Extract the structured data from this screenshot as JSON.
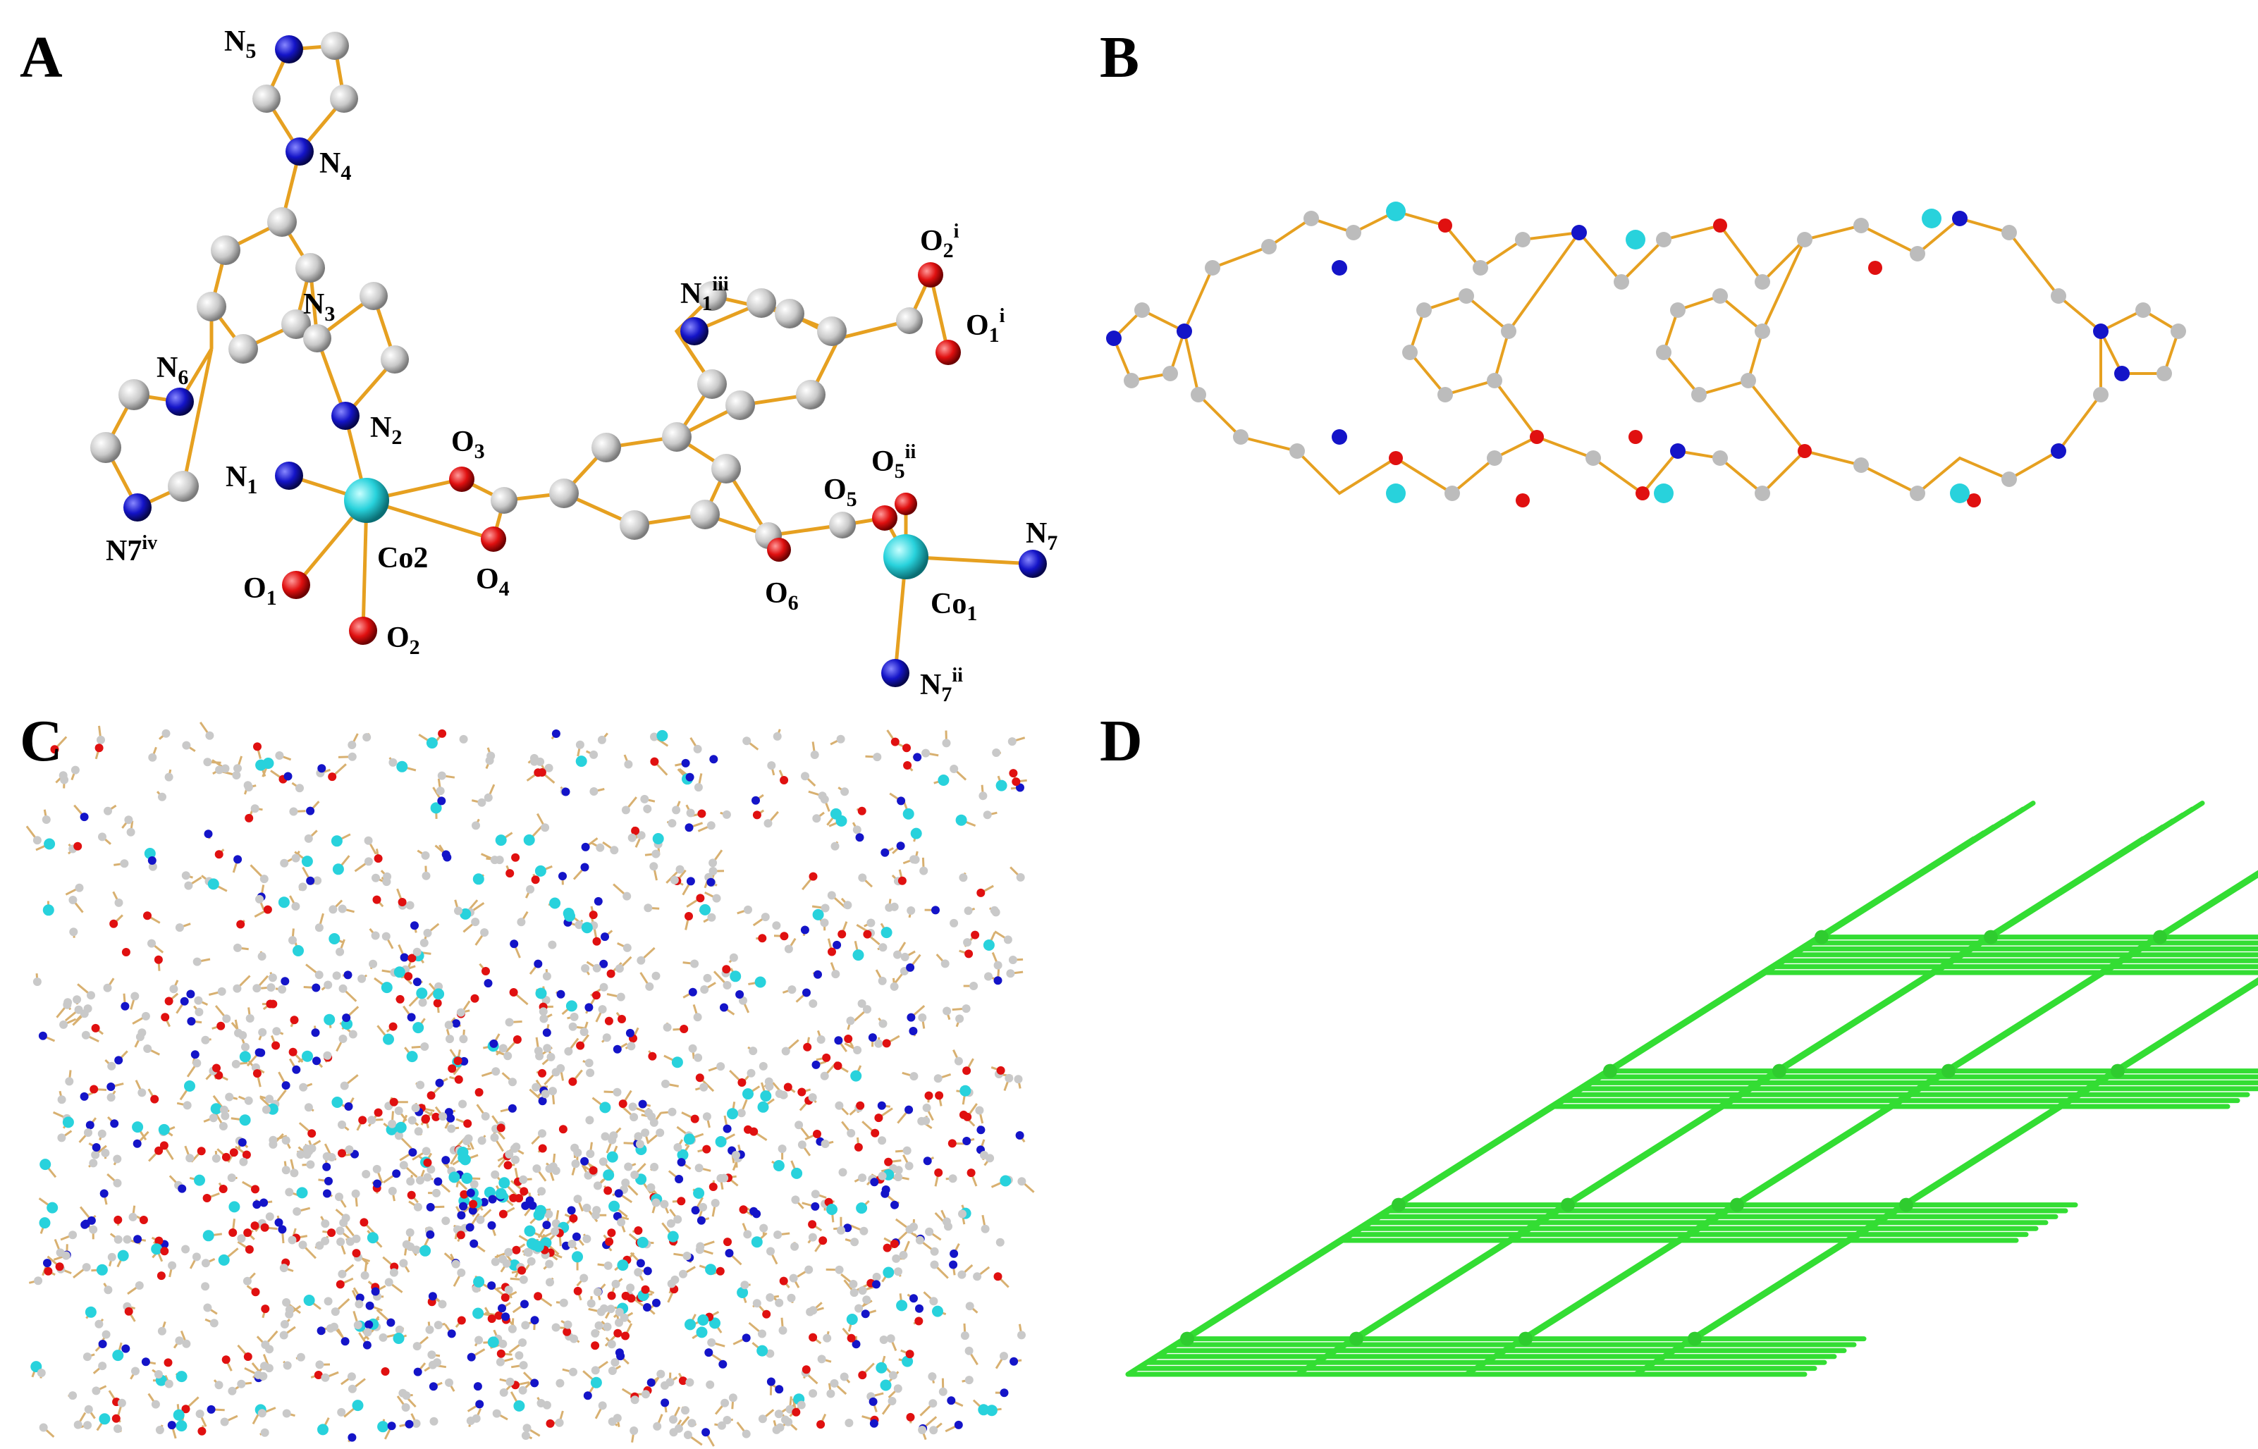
{
  "panels": [
    {
      "letter": "A"
    },
    {
      "letter": "B"
    },
    {
      "letter": "C"
    },
    {
      "letter": "D"
    }
  ],
  "atom_labels": [
    {
      "id": "n5",
      "base": "N",
      "sub": "5",
      "sup": ""
    },
    {
      "id": "n4",
      "base": "N",
      "sub": "4",
      "sup": ""
    },
    {
      "id": "n3",
      "base": "N",
      "sub": "3",
      "sup": ""
    },
    {
      "id": "n6",
      "base": "N",
      "sub": "6",
      "sup": ""
    },
    {
      "id": "n2",
      "base": "N",
      "sub": "2",
      "sup": ""
    },
    {
      "id": "n1",
      "base": "N",
      "sub": "1",
      "sup": ""
    },
    {
      "id": "n7iv",
      "base": "N7",
      "sub": "",
      "sup": "iv"
    },
    {
      "id": "o1",
      "base": "O",
      "sub": "1",
      "sup": ""
    },
    {
      "id": "co2",
      "base": "Co2",
      "sub": "",
      "sup": ""
    },
    {
      "id": "o2",
      "base": "O",
      "sub": "2",
      "sup": ""
    },
    {
      "id": "o3",
      "base": "O",
      "sub": "3",
      "sup": ""
    },
    {
      "id": "o4",
      "base": "O",
      "sub": "4",
      "sup": ""
    },
    {
      "id": "n1iii",
      "base": "N",
      "sub": "1",
      "sup": "iii"
    },
    {
      "id": "o2i",
      "base": "O",
      "sub": "2",
      "sup": "i"
    },
    {
      "id": "o1i",
      "base": "O",
      "sub": "1",
      "sup": "i"
    },
    {
      "id": "o5",
      "base": "O",
      "sub": "5",
      "sup": ""
    },
    {
      "id": "o5ii",
      "base": "O",
      "sub": "5",
      "sup": "ii"
    },
    {
      "id": "n7",
      "base": "N",
      "sub": "7",
      "sup": ""
    },
    {
      "id": "o6",
      "base": "O",
      "sub": "6",
      "sup": ""
    },
    {
      "id": "co1",
      "base": "Co",
      "sub": "1",
      "sup": ""
    },
    {
      "id": "n7ii",
      "base": "N",
      "sub": "7",
      "sup": "ii"
    }
  ],
  "colors": {
    "carbon": "#c9c9c9",
    "nitrogen": "#1414c8",
    "oxygen": "#e01010",
    "cobalt": "#28d2dc",
    "bond": "#e6a020",
    "topology": "#33dd33"
  }
}
